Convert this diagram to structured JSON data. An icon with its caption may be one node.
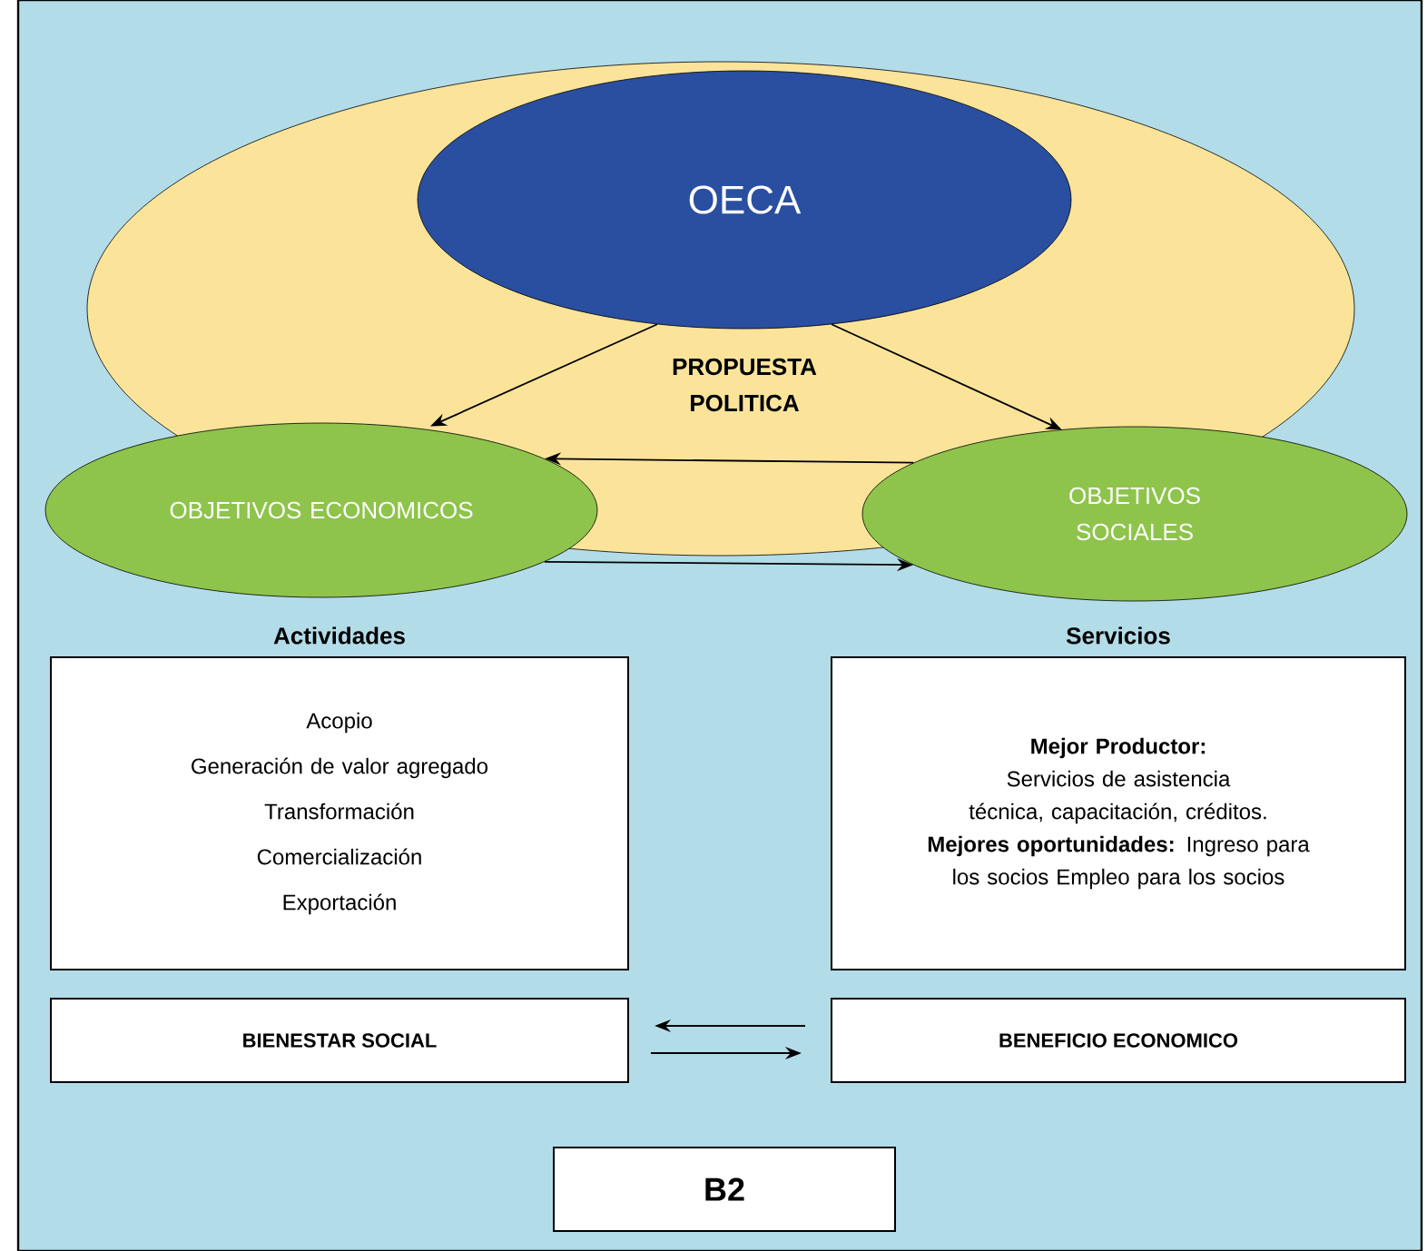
{
  "diagram": {
    "nodes": [
      {
        "text": [
          "PROPUESTA POLITICA"
        ]
      },
      {
        "text": [
          "OECA"
        ],
        "in": 0
      },
      {
        "text": [
          "OBJETIVOS ECONOMICOS"
        ]
      },
      {
        "text": [
          "OBJETIVOS SOCIALES"
        ]
      },
      {
        "text": [
          "Actividades",
          "Acopio",
          "Generación de valor agregado",
          "Transformación",
          "Comercialización",
          "Exportación"
        ]
      },
      {
        "text": [
          "Servicios",
          "Mejor Productor:",
          "Servicios de asistencia técnica, capacitación, créditos.",
          "**Mejores oportunidades:** Ingreso para los socios Empleo para los socios"
        ]
      },
      {
        "text": [
          "BIENESTAR SOCIAL"
        ]
      },
      {
        "text": [
          "BENEFICIO ECONOMICO"
        ]
      },
      {
        "text": [
          "B2"
        ]
      }
    ],
    "edges": [
      {
        "from": 1,
        "to": 2,
        "arrow": "to"
      },
      {
        "from": 1,
        "to": 3,
        "arrow": "to"
      },
      {
        "from": 3,
        "to": 2,
        "arrow": "to"
      },
      {
        "from": 2,
        "to": 3,
        "arrow": "to"
      },
      {
        "from": 7,
        "to": 6,
        "arrow": "to"
      },
      {
        "from": 6,
        "to": 7,
        "arrow": "to"
      }
    ]
  }
}
